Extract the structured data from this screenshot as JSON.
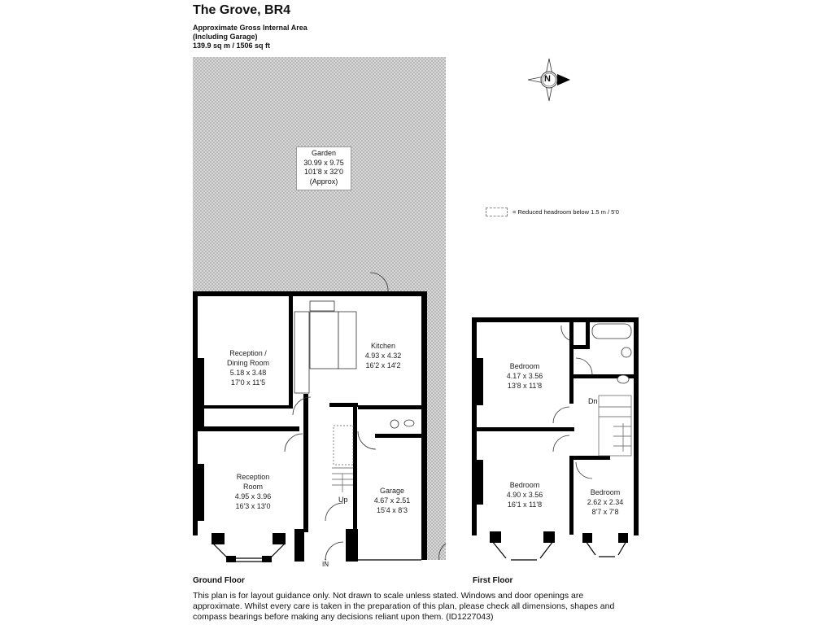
{
  "header": {
    "title": "The Grove, BR4",
    "area_label_1": "Approximate Gross Internal Area",
    "area_label_2": "(Including Garage)",
    "area_value": "139.9 sq m / 1506 sq ft"
  },
  "compass": {
    "label": "N",
    "direction": "east"
  },
  "legend": {
    "text": "=  Reduced headroom below 1.5 m / 5'0"
  },
  "garden": {
    "name": "Garden",
    "metric": "30.99 x 9.75",
    "imperial": "101'8 x 32'0",
    "note": "(Approx)"
  },
  "ground_floor": {
    "label": "Ground Floor",
    "rooms": [
      {
        "name": "Reception /",
        "name2": "Dining Room",
        "metric": "5.18 x 3.48",
        "imperial": "17'0 x 11'5"
      },
      {
        "name": "Kitchen",
        "metric": "4.93 x 4.32",
        "imperial": "16'2 x 14'2"
      },
      {
        "name": "Reception",
        "name2": "Room",
        "metric": "4.95 x 3.96",
        "imperial": "16'3 x 13'0"
      },
      {
        "name": "Garage",
        "metric": "4.67 x 2.51",
        "imperial": "15'4 x 8'3"
      }
    ],
    "stairs_label": "Up",
    "entrance_label": "IN"
  },
  "first_floor": {
    "label": "First Floor",
    "rooms": [
      {
        "name": "Bedroom",
        "metric": "4.17 x 3.56",
        "imperial": "13'8 x 11'8"
      },
      {
        "name": "Bedroom",
        "metric": "4.90 x 3.56",
        "imperial": "16'1 x 11'8"
      },
      {
        "name": "Bedroom",
        "metric": "2.62 x 2.34",
        "imperial": "8'7 x 7'8"
      }
    ],
    "stairs_label": "Dn"
  },
  "disclaimer": "This plan is for layout guidance only. Not drawn to scale unless stated. Windows and door openings are approximate. Whilst every care is taken in the preparation of this plan, please check all dimensions, shapes and compass bearings before making any decisions reliant upon them. (ID1227043)"
}
